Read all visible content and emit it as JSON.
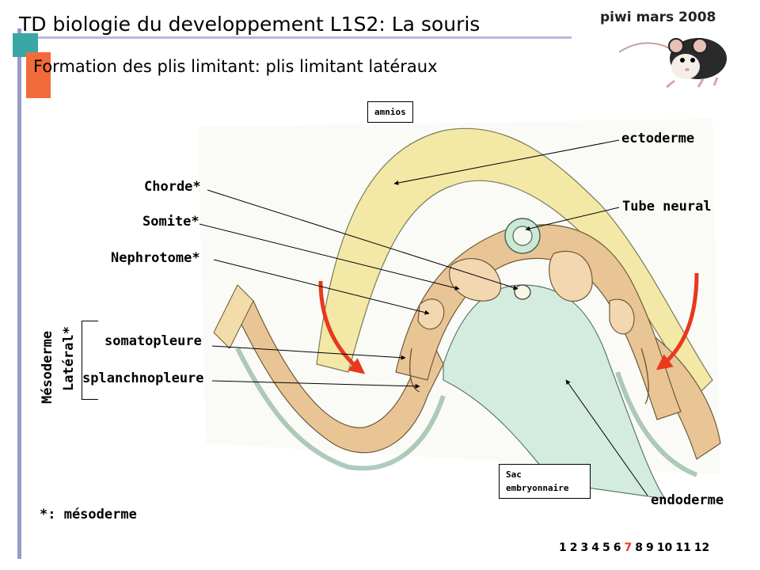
{
  "header": {
    "title": "TD biologie du developpement L1S2: La souris",
    "subtitle": "Formation des plis limitant: plis limitant latéraux",
    "brand": "piwi mars 2008"
  },
  "labels": {
    "amnios": "amnios",
    "ectoderme": "ectoderme",
    "chorde": "Chorde*",
    "tube_neural": "Tube neural",
    "somite": "Somite*",
    "nephrotome": "Nephrotome*",
    "somatopleure": "somatopleure",
    "splanchnopleure": "splanchnopleure",
    "mesoderme_lateral": "Mésoderme",
    "mesoderme_lateral_2": "Latéral*",
    "sac_embryonnaire": "Sac",
    "sac_embryonnaire_2": "embryonnaire",
    "endoderme": "endoderme"
  },
  "footnote": "*: mésoderme",
  "pager": {
    "pages": [
      "1",
      "2",
      "3",
      "4",
      "5",
      "6",
      "7",
      "8",
      "9",
      "10",
      "11",
      "12"
    ],
    "current": "7"
  },
  "colors": {
    "accent_teal": "#3aa6a6",
    "accent_orange": "#f26b3a",
    "arrow_red": "#e8381d",
    "ectoderm_yellow": "#f3e8a6",
    "mesoderm_tan": "#e9c596",
    "endoderm_green": "#d4ecdf"
  }
}
